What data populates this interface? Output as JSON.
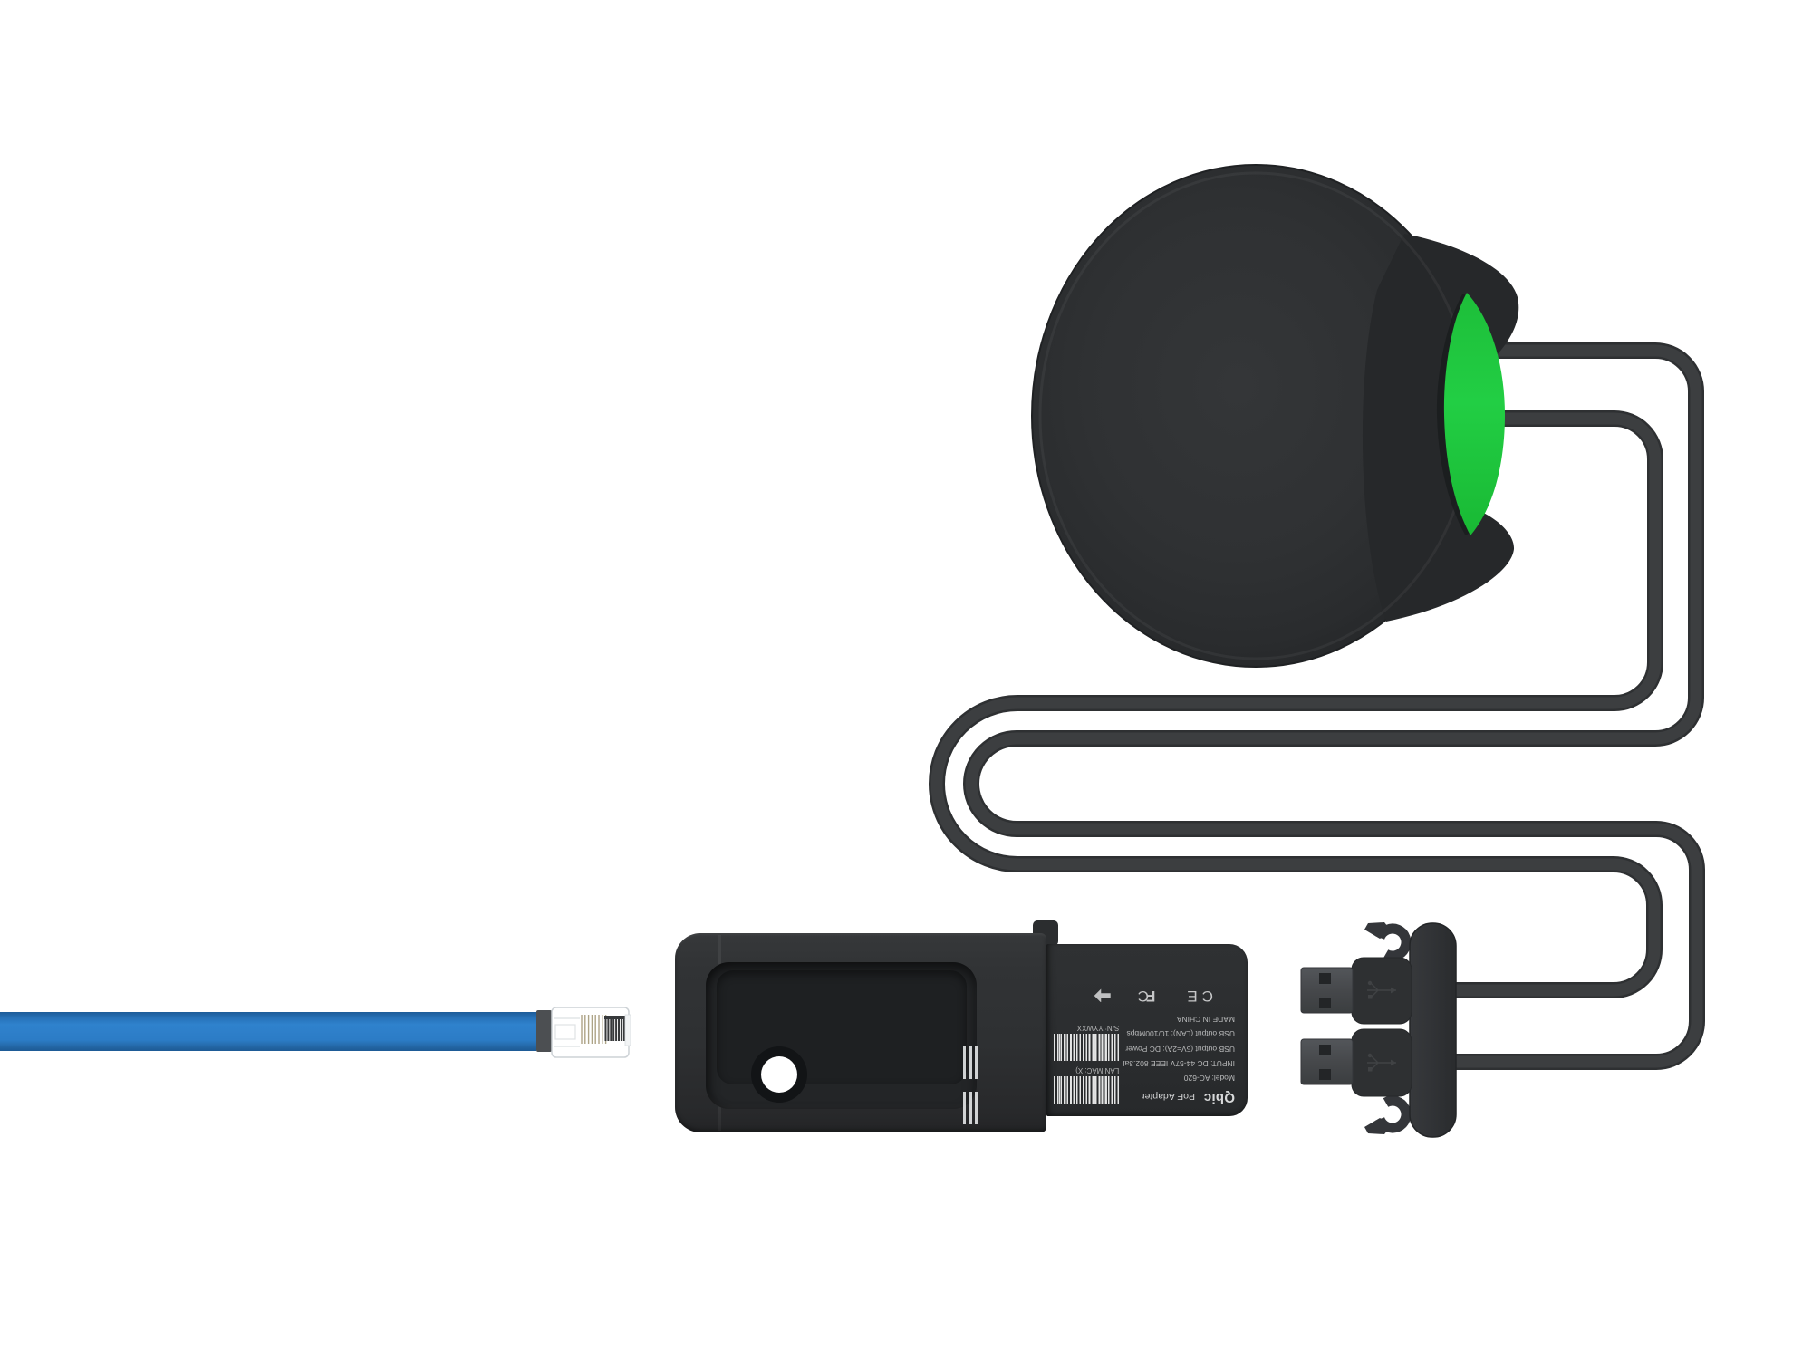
{
  "scene": {
    "description": "PoE adapter kit product image",
    "background": "#ffffff"
  },
  "colors": {
    "background": "#ffffff",
    "accent_green": "#20cb40",
    "cable_blue": "#2f82cd",
    "device_dark": "#2e3032",
    "cable_dark": "#3a3c3e",
    "metal_gray": "#47494c"
  },
  "adapter_label": {
    "brand": "Qbic",
    "product": "PoE Adapter",
    "model": "Model: AC-620",
    "input": "INPUT: DC 44-57V IEEE 802.3af",
    "usb_output_power": "USB output (5V=2A): DC Power",
    "usb_output_lan": "USB output (LAN): 10/100Mbps",
    "made_in": "MADE IN CHINA",
    "lan_mac": "LAN MAC: X)",
    "serial": "S/N: YYWXX",
    "fcc_mark_f": "F",
    "fcc_mark_c": "C",
    "ce_mark": "CE"
  },
  "icons": {
    "usb_logo": "usb-trident-icon",
    "cable_clip": "cable-clip-icon",
    "certification_arrow": "cert-arrow-icon"
  }
}
